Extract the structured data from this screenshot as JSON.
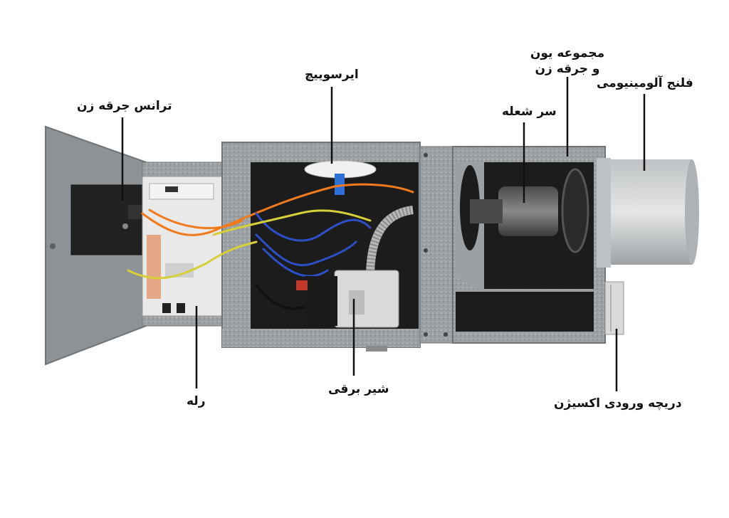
{
  "labels": {
    "ignition_transformer": "ترانس جرقه زن",
    "air_switch": "ایرسوییچ",
    "ion_ignition_assembly": "مجموعه یون و جرقه زن",
    "aluminum_flange": "فلنج آلومینیومی",
    "burner_head": "سر شعله",
    "relay": "رله",
    "solenoid_valve": "شیر برقی",
    "oxygen_inlet_damper": "دریچه ورودی اکسیژن"
  },
  "colors": {
    "housing": "#8d9296",
    "housing_dark": "#6f7478",
    "interior": "#1c1c1c",
    "wire_orange": "#f07a1e",
    "wire_blue": "#2f4fc8",
    "wire_yellow": "#d6cf3a",
    "leader_line": "#111111"
  }
}
